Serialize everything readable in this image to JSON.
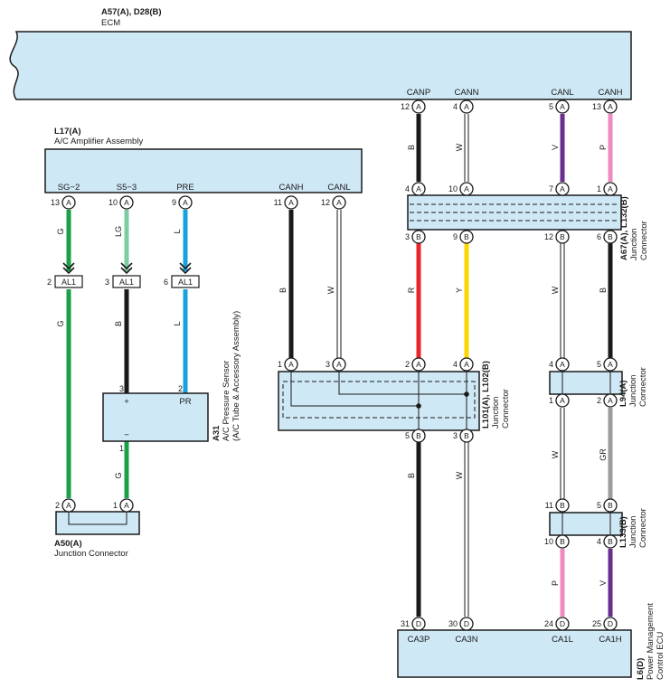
{
  "palette": {
    "B": "#1a1a1a",
    "W": "#ffffff",
    "G": "#1aa047",
    "LG": "#7dcba0",
    "L": "#17a3de",
    "R": "#e8262b",
    "Y": "#ffd500",
    "V": "#6a2e91",
    "P": "#f28ac0",
    "GR": "#9c9c9c",
    "box": "#cfe8f6"
  },
  "ecm": {
    "code": "A57(A), D28(B)",
    "name": "ECM",
    "pins": [
      {
        "num": "12",
        "letter": "A",
        "signal": "CANP"
      },
      {
        "num": "4",
        "letter": "A",
        "signal": "CANN"
      },
      {
        "num": "5",
        "letter": "A",
        "signal": "CANL"
      },
      {
        "num": "13",
        "letter": "A",
        "signal": "CANH"
      }
    ]
  },
  "ac_amp": {
    "code": "L17(A)",
    "name": "A/C Amplifier Assembly",
    "pins": [
      {
        "num": "13",
        "letter": "A",
        "signal": "SG−2"
      },
      {
        "num": "10",
        "letter": "A",
        "signal": "S5−3"
      },
      {
        "num": "9",
        "letter": "A",
        "signal": "PRE"
      },
      {
        "num": "11",
        "letter": "A",
        "signal": "CANH"
      },
      {
        "num": "12",
        "letter": "A",
        "signal": "CANL"
      }
    ]
  },
  "j67": {
    "code": "A67(A), L132(B)",
    "line1": "Junction",
    "line2": "Connector",
    "top_pins": [
      {
        "num": "4",
        "letter": "A"
      },
      {
        "num": "10",
        "letter": "A"
      },
      {
        "num": "7",
        "letter": "A"
      },
      {
        "num": "1",
        "letter": "A"
      }
    ],
    "bottom_pins": [
      {
        "num": "3",
        "letter": "B"
      },
      {
        "num": "9",
        "letter": "B"
      },
      {
        "num": "12",
        "letter": "B"
      },
      {
        "num": "6",
        "letter": "B"
      }
    ]
  },
  "al1": {
    "label": "AL1",
    "pins": [
      {
        "num": "2"
      },
      {
        "num": "3"
      },
      {
        "num": "6"
      }
    ]
  },
  "sensor": {
    "code": "A31",
    "line1": "A/C Pressure Sensor",
    "line2": "(A/C Tube & Accessory Assembly)",
    "plus": "+",
    "minus": "−",
    "pr": "PR",
    "pin_plus": "3",
    "pin_pr": "2",
    "pin_minus": "1"
  },
  "a50": {
    "code": "A50(A)",
    "name": "Junction Connector",
    "pins": [
      {
        "num": "2",
        "letter": "A"
      },
      {
        "num": "1",
        "letter": "A"
      }
    ]
  },
  "l101": {
    "code": "L101(A), L102(B)",
    "line1": "Junction",
    "line2": "Connector",
    "top_pins": [
      {
        "num": "1",
        "letter": "A"
      },
      {
        "num": "3",
        "letter": "A"
      },
      {
        "num": "2",
        "letter": "A"
      },
      {
        "num": "4",
        "letter": "A"
      }
    ],
    "bottom_pins": [
      {
        "num": "5",
        "letter": "B"
      },
      {
        "num": "3",
        "letter": "B"
      }
    ]
  },
  "l94": {
    "code": "L94(A)",
    "line1": "Junction",
    "line2": "Connector",
    "top_pins": [
      {
        "num": "4",
        "letter": "A"
      },
      {
        "num": "5",
        "letter": "A"
      }
    ],
    "bottom_pins": [
      {
        "num": "1",
        "letter": "A"
      },
      {
        "num": "2",
        "letter": "A"
      }
    ]
  },
  "l133": {
    "code": "L133(B)",
    "line1": "Junction",
    "line2": "Connector",
    "top_pins": [
      {
        "num": "11",
        "letter": "B"
      },
      {
        "num": "5",
        "letter": "B"
      }
    ],
    "bottom_pins": [
      {
        "num": "10",
        "letter": "B"
      },
      {
        "num": "4",
        "letter": "B"
      }
    ]
  },
  "pmc": {
    "code": "L6(D)",
    "line1": "Power Management",
    "line2": "Control ECU",
    "pins": [
      {
        "num": "31",
        "letter": "D",
        "signal": "CA3P"
      },
      {
        "num": "30",
        "letter": "D",
        "signal": "CA3N"
      },
      {
        "num": "24",
        "letter": "D",
        "signal": "CA1L"
      },
      {
        "num": "25",
        "letter": "D",
        "signal": "CA1H"
      }
    ]
  },
  "wire_labels": {
    "ecm_canp": "B",
    "ecm_cann": "W",
    "ecm_canl": "V",
    "ecm_canh": "P",
    "amp_sg2": "G",
    "amp_s53": "LG",
    "amp_pre": "L",
    "al1_g": "G",
    "al1_b": "B",
    "al1_l": "L",
    "amp_canh": "B",
    "amp_canl": "W",
    "j67_r": "R",
    "j67_y": "Y",
    "j67_w": "W",
    "j67_b": "B",
    "sensor_g": "G",
    "l101_b": "B",
    "l101_w": "W",
    "l94_w": "W",
    "l94_gr": "GR",
    "l133_p": "P",
    "l133_v": "V"
  }
}
